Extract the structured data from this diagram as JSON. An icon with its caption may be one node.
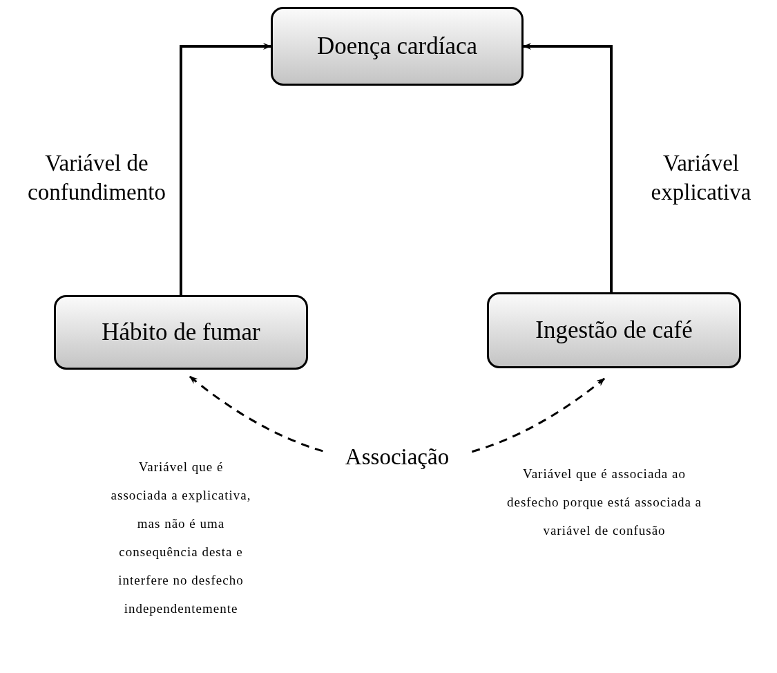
{
  "diagram": {
    "nodes": [
      {
        "text": [
          "Doença cardíaca"
        ]
      },
      {
        "text": [
          "Hábito de fumar"
        ]
      },
      {
        "text": [
          "Ingestão de café"
        ]
      }
    ],
    "edges": [
      {
        "from": 1,
        "to": 0,
        "arrow": "to",
        "label": "Variável de confundimento"
      },
      {
        "from": 2,
        "to": 0,
        "arrow": "to",
        "label": "Variável explicativa"
      },
      {
        "from": 1,
        "to": 2,
        "arrow": "both",
        "label": "Associação",
        "style": "dashed"
      }
    ],
    "labels": [
      "Variável que é associada a explicativa, mas não é uma consequência desta e interfere no desfecho independentemente",
      "Variável que é associada ao desfecho porque está associada a variável de confusão"
    ]
  }
}
